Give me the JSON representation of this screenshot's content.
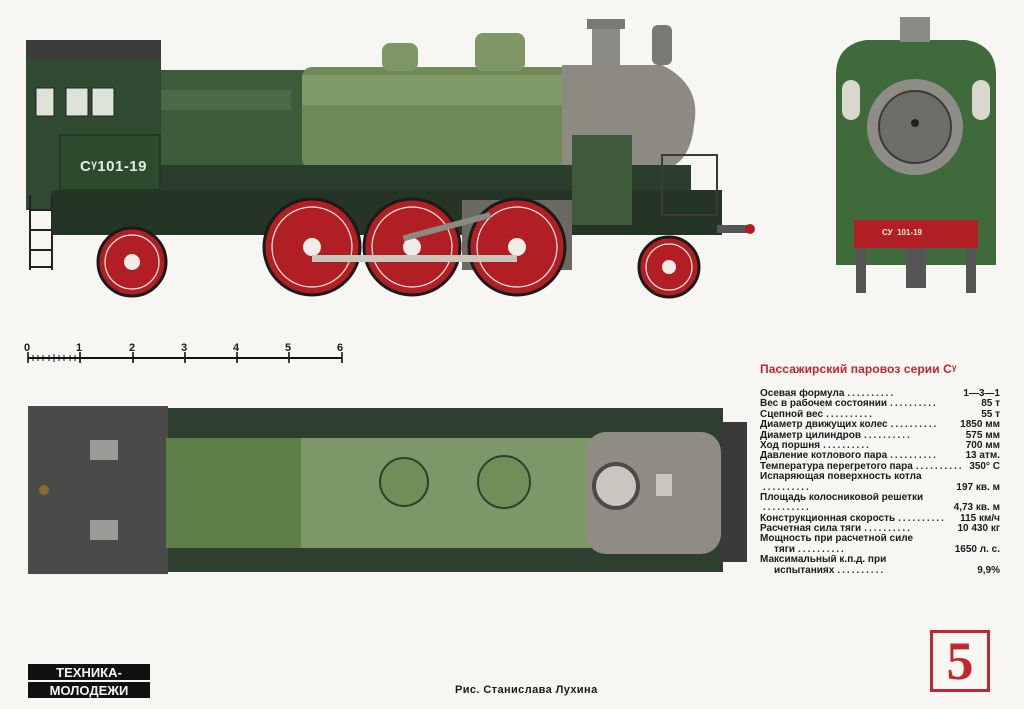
{
  "locomotive": {
    "number_plate": "Сᵞ101-19",
    "front_plate": "СУ  101-19"
  },
  "scale": {
    "ticks": [
      "0",
      "1",
      "2",
      "3",
      "4",
      "5",
      "6"
    ]
  },
  "specs": {
    "title": "Пассажирский паровоз серии Сᵞ",
    "rows": [
      {
        "label": "Осевая формула",
        "value": "1—3—1"
      },
      {
        "label": "Вес в рабочем состоянии",
        "value": "85 т"
      },
      {
        "label": "Сцепной вес",
        "value": "55 т"
      },
      {
        "label": "Диаметр движущих колес",
        "value": "1850 мм"
      },
      {
        "label": "Диаметр цилиндров",
        "value": "575 мм"
      },
      {
        "label": "Ход поршня",
        "value": "700 мм"
      },
      {
        "label": "Давление котлового пара",
        "value": "13 атм."
      },
      {
        "label": "Температура перегретого пара",
        "value": "350° С"
      },
      {
        "label": "Испаряющая поверхность котла",
        "value": ""
      },
      {
        "label": "",
        "value": "197 кв. м"
      },
      {
        "label": "Площадь колосниковой решетки",
        "value": ""
      },
      {
        "label": "",
        "value": "4,73 кв. м"
      },
      {
        "label": "Конструкционная скорость",
        "value": "115 км/ч"
      },
      {
        "label": "Расчетная сила тяги",
        "value": "10 430 кг"
      },
      {
        "label": "Мощность при расчетной силе",
        "value": ""
      },
      {
        "label": "тяги",
        "value": "1650 л. с."
      },
      {
        "label": "Максимальный к.п.д. при",
        "value": ""
      },
      {
        "label": "испытаниях",
        "value": "9,9%"
      }
    ]
  },
  "credit": "Рис. Станислава Лухина",
  "logo": {
    "line1": "ТЕХНИКА-",
    "line2": "МОЛОДЕЖИ"
  },
  "page_number": "5"
}
